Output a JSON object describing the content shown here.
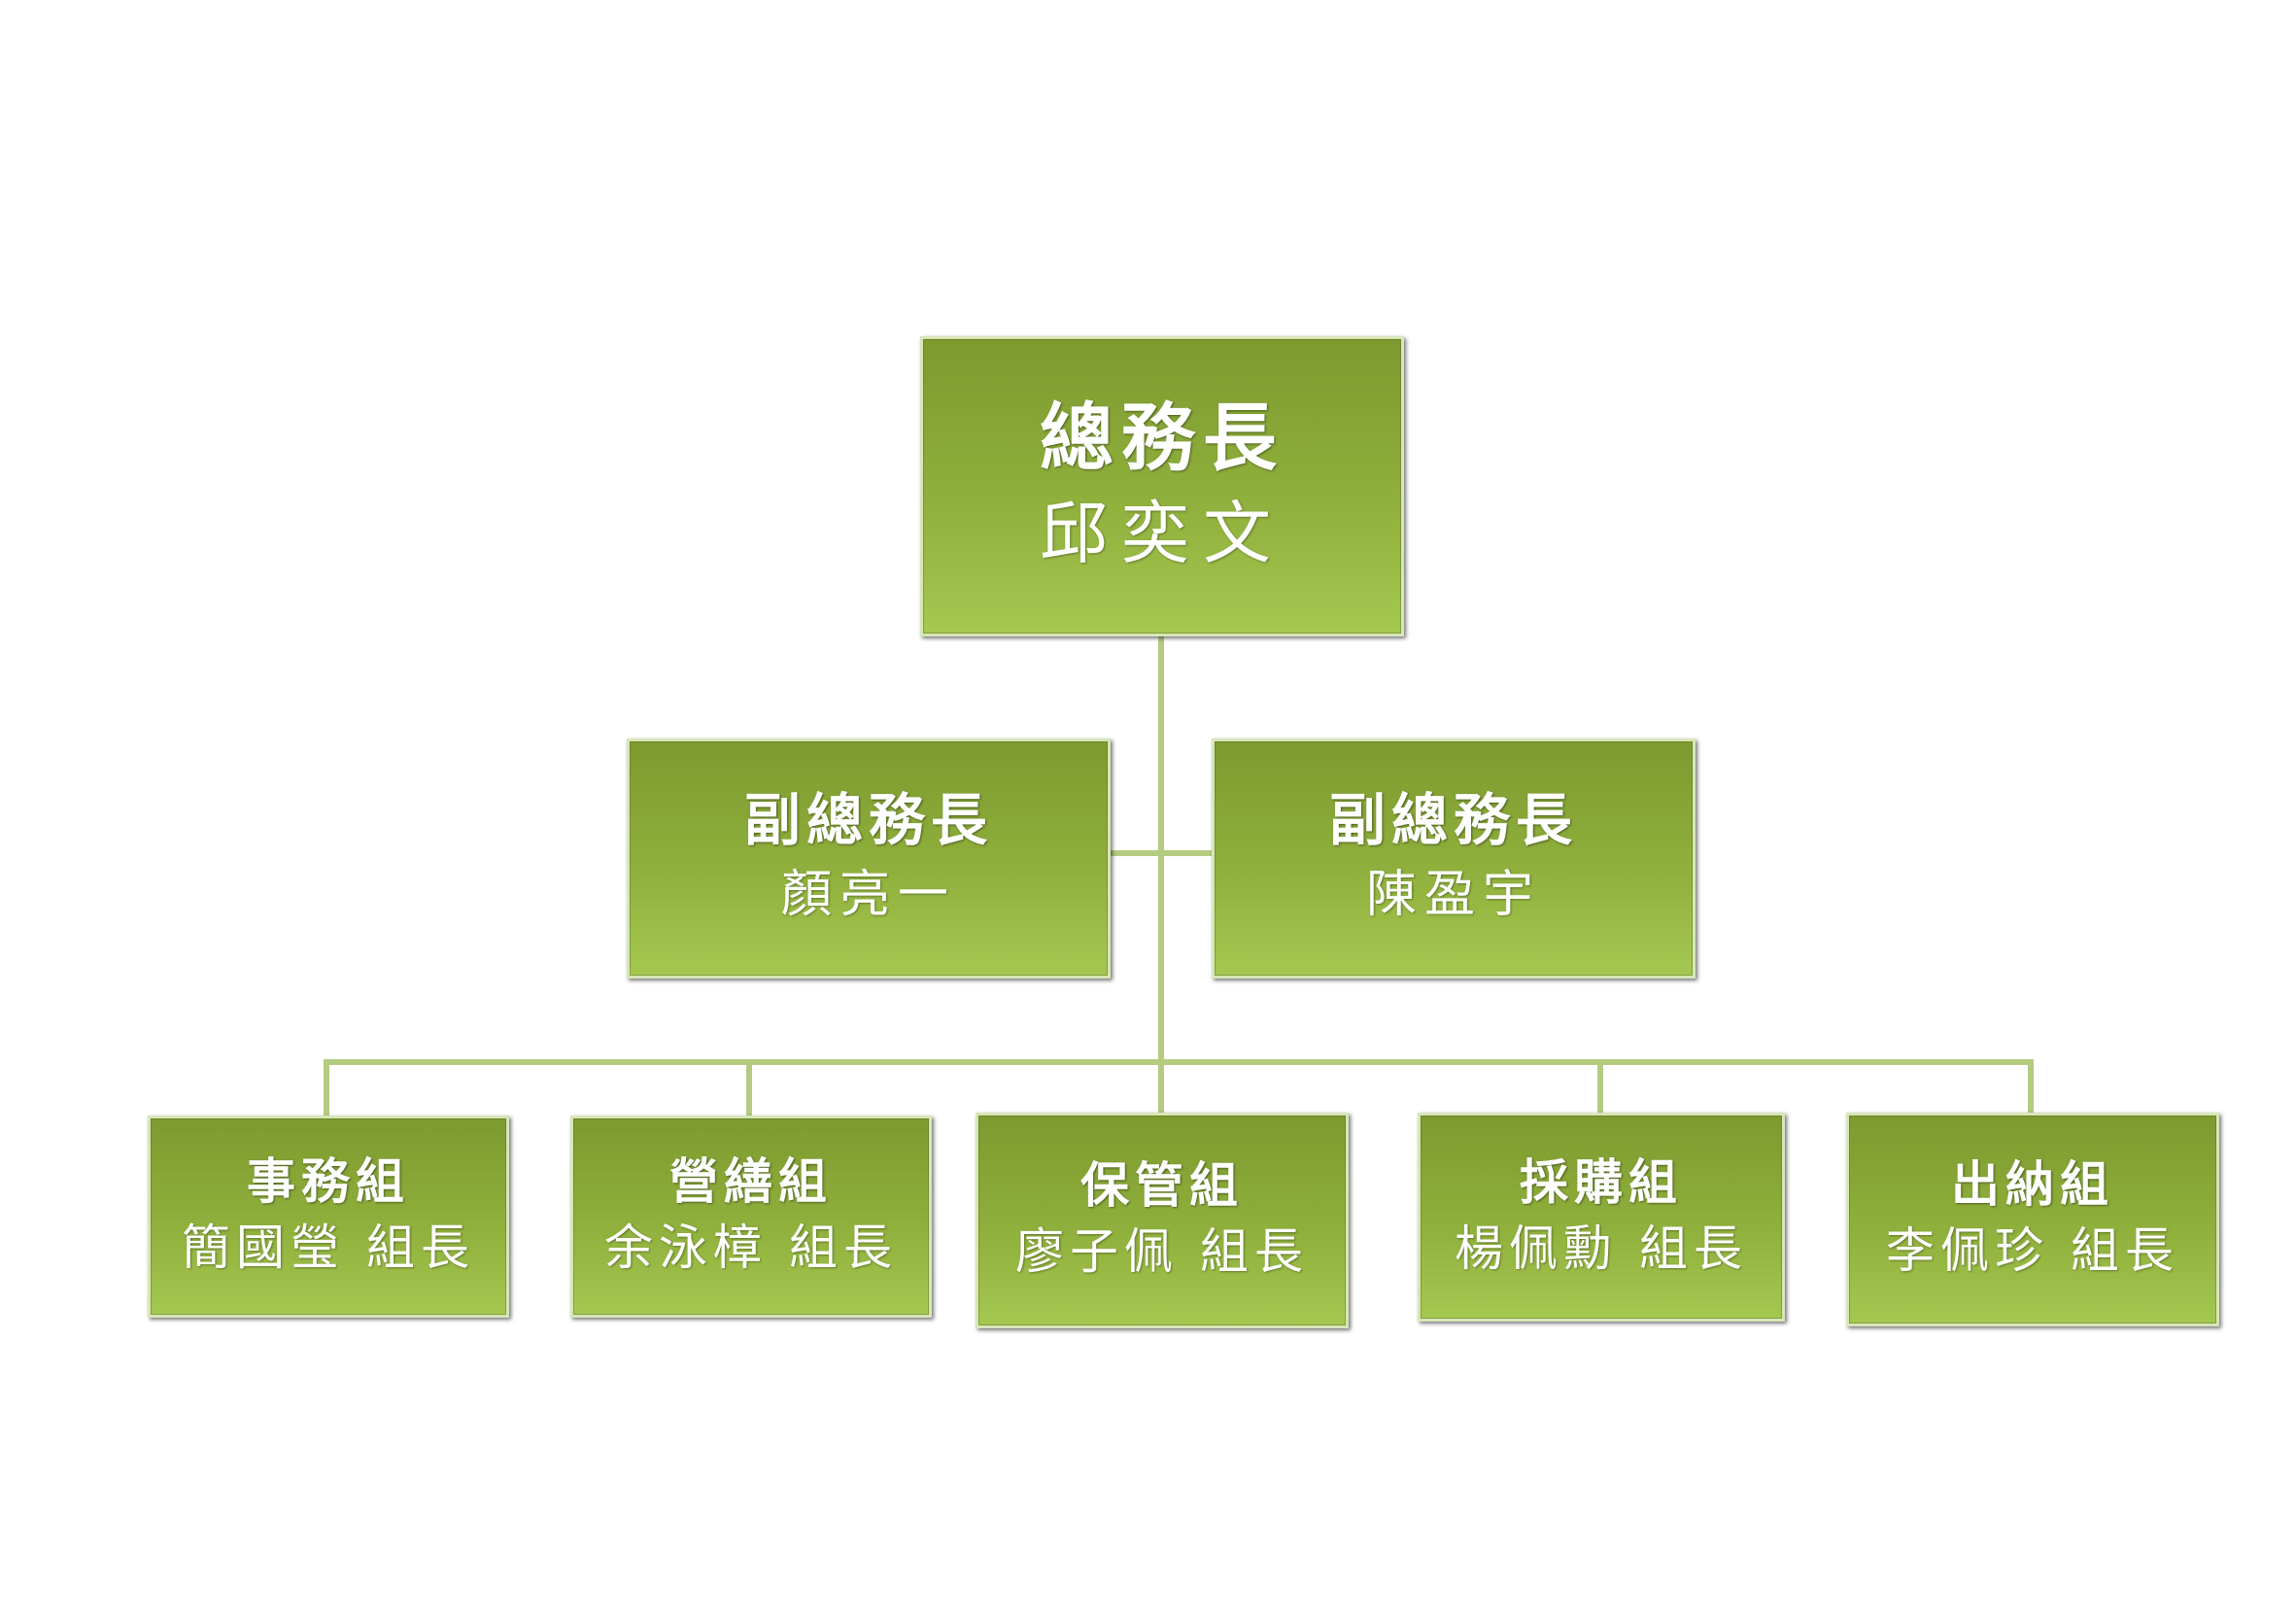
{
  "colors": {
    "box_top": "#7d9a2f",
    "box_bottom": "#a5c851",
    "border": "#d8e6b8",
    "connector": "#b3cc80",
    "text": "#ffffff"
  },
  "chief": {
    "title": "總務長",
    "name": "邱奕文"
  },
  "deputies": [
    {
      "title": "副總務長",
      "name": "顏亮一"
    },
    {
      "title": "副總務長",
      "name": "陳盈宇"
    }
  ],
  "sections": [
    {
      "title": "事務組",
      "name": "簡國瑩  組長"
    },
    {
      "title": "營繕組",
      "name": "余泳樟  組長"
    },
    {
      "title": "保管組",
      "name": "廖子佩  組長"
    },
    {
      "title": "採購組",
      "name": "楊佩勳  組長"
    },
    {
      "title": "出納組",
      "name": "李佩珍  組長"
    }
  ]
}
